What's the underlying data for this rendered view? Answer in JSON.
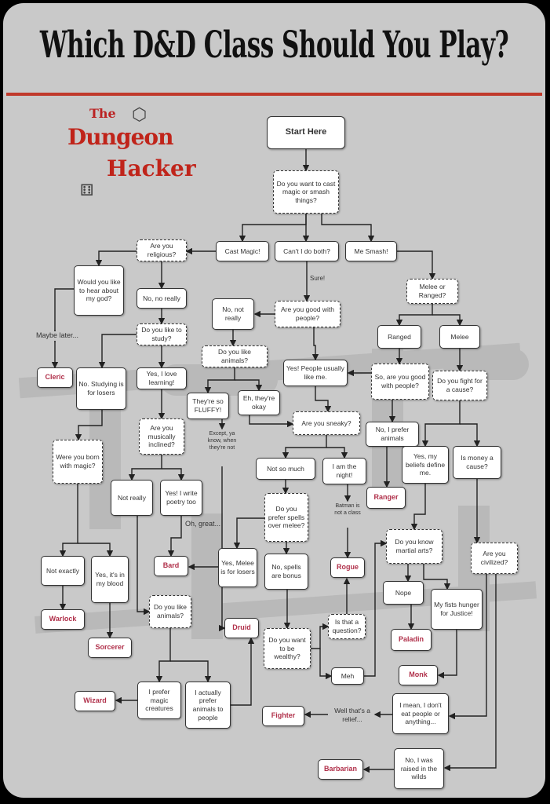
{
  "title": "Which D&D Class Should You Play?",
  "logo": {
    "the": "The",
    "dungeon": "Dungeon",
    "hacker": "Hacker"
  },
  "watermark": "Dungeon Hacker",
  "colors": {
    "accent": "#c0392b",
    "class": "#b0304a",
    "background": "#c9c9c9"
  },
  "nodes": {
    "start": {
      "text": "Start Here",
      "kind": "start"
    },
    "q_magic": {
      "text": "Do you want to cast magic or smash things?",
      "kind": "q"
    },
    "cast": {
      "text": "Cast Magic!",
      "kind": "a"
    },
    "both": {
      "text": "Can't I do both?",
      "kind": "a"
    },
    "smash": {
      "text": "Me Smash!",
      "kind": "a"
    },
    "religious": {
      "text": "Are you religious?",
      "kind": "q"
    },
    "hear_god": {
      "text": "Would you like to hear about my god?",
      "kind": "a"
    },
    "no_really": {
      "text": "No, no really",
      "kind": "a"
    },
    "study": {
      "text": "Do you like to study?",
      "kind": "q"
    },
    "cleric": {
      "text": "Cleric",
      "kind": "cls"
    },
    "no_study": {
      "text": "No. Studying is for losers",
      "kind": "a"
    },
    "yes_learn": {
      "text": "Yes, I love learning!",
      "kind": "a"
    },
    "born_magic": {
      "text": "Were you born with magic?",
      "kind": "q"
    },
    "musical": {
      "text": "Are you musically inclined?",
      "kind": "q"
    },
    "not_really": {
      "text": "Not really",
      "kind": "a"
    },
    "poetry": {
      "text": "Yes! I write poetry too",
      "kind": "a"
    },
    "not_exactly": {
      "text": "Not exactly",
      "kind": "a"
    },
    "blood": {
      "text": "Yes, it's in my blood",
      "kind": "a"
    },
    "warlock": {
      "text": "Warlock",
      "kind": "cls"
    },
    "sorcerer": {
      "text": "Sorcerer",
      "kind": "cls"
    },
    "bard": {
      "text": "Bard",
      "kind": "cls"
    },
    "like_animals2": {
      "text": "Do you like animals?",
      "kind": "q"
    },
    "wizard": {
      "text": "Wizard",
      "kind": "cls"
    },
    "magic_creatures": {
      "text": "I prefer magic creatures",
      "kind": "a"
    },
    "prefer_animals": {
      "text": "I actually prefer animals to people",
      "kind": "a"
    },
    "no_not_really": {
      "text": "No, not really",
      "kind": "a"
    },
    "good_people": {
      "text": "Are you good with people?",
      "kind": "q"
    },
    "like_animals": {
      "text": "Do you like animals?",
      "kind": "q"
    },
    "fluffy": {
      "text": "They're so FLUFFY!",
      "kind": "a"
    },
    "eh_okay": {
      "text": "Eh, they're okay",
      "kind": "a"
    },
    "yes_people": {
      "text": "Yes! People usually like me.",
      "kind": "a"
    },
    "sneaky": {
      "text": "Are you sneaky?",
      "kind": "q"
    },
    "not_so_much": {
      "text": "Not so much",
      "kind": "a"
    },
    "night": {
      "text": "I am the night!",
      "kind": "a"
    },
    "spells": {
      "text": "Do you prefer spells over melee?",
      "kind": "q"
    },
    "yes_melee": {
      "text": "Yes, Melee is for losers",
      "kind": "a"
    },
    "no_spells": {
      "text": "No, spells are bonus",
      "kind": "a"
    },
    "rogue": {
      "text": "Rogue",
      "kind": "cls"
    },
    "druid": {
      "text": "Druid",
      "kind": "cls"
    },
    "wealthy": {
      "text": "Do you want to be wealthy?",
      "kind": "q"
    },
    "question": {
      "text": "Is that a question?",
      "kind": "q"
    },
    "meh": {
      "text": "Meh",
      "kind": "a"
    },
    "fighter": {
      "text": "Fighter",
      "kind": "cls"
    },
    "melee_ranged": {
      "text": "Melee or Ranged?",
      "kind": "q"
    },
    "ranged": {
      "text": "Ranged",
      "kind": "a"
    },
    "melee": {
      "text": "Melee",
      "kind": "a"
    },
    "so_good": {
      "text": "So, are you good with people?",
      "kind": "q"
    },
    "cause": {
      "text": "Do you fight for a cause?",
      "kind": "q"
    },
    "no_animals": {
      "text": "No, I prefer animals",
      "kind": "a"
    },
    "ranger": {
      "text": "Ranger",
      "kind": "cls"
    },
    "beliefs": {
      "text": "Yes, my beliefs define me.",
      "kind": "a"
    },
    "money": {
      "text": "Is money a cause?",
      "kind": "a"
    },
    "martial": {
      "text": "Do you know martial arts?",
      "kind": "q"
    },
    "civilized": {
      "text": "Are you civilized?",
      "kind": "q"
    },
    "nope": {
      "text": "Nope",
      "kind": "a"
    },
    "fists": {
      "text": "My fists hunger for Justice!",
      "kind": "a"
    },
    "paladin": {
      "text": "Paladin",
      "kind": "cls"
    },
    "monk": {
      "text": "Monk",
      "kind": "cls"
    },
    "dont_eat": {
      "text": "I mean, I don't eat people or anything...",
      "kind": "a"
    },
    "raised": {
      "text": "No, I was raised in the wilds",
      "kind": "a"
    },
    "barbarian": {
      "text": "Barbarian",
      "kind": "cls"
    }
  },
  "labels": {
    "sure": "Sure!",
    "maybe_later": "Maybe later...",
    "except": "Except, ya know, when they're not",
    "oh_great": "Oh, great...",
    "batman": "Batman is not a class",
    "relief": "Well that's a relief..."
  }
}
